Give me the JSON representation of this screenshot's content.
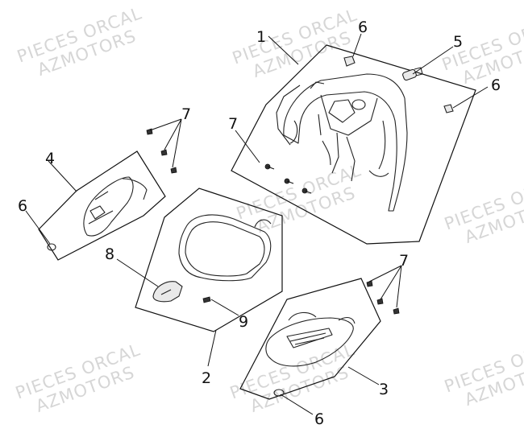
{
  "watermarks": [
    {
      "line1": "PIECES ORCAL",
      "line2": "AZMOTORS"
    },
    {
      "line1": "PIECES ORCAL",
      "line2": "AZMOTORS"
    },
    {
      "line1": "PIECES ORCAL",
      "line2": "AZMOTORS"
    },
    {
      "line1": "PIECES ORCAL",
      "line2": "AZMOTORS"
    },
    {
      "line1": "PIECES ORCAL",
      "line2": "AZMOTORS"
    },
    {
      "line1": "PIECES OR",
      "line2": "AZMOTO"
    },
    {
      "line1": "PIECES OR",
      "line2": "AZMOTO"
    },
    {
      "line1": "PIECES OR",
      "line2": "AZMOTO"
    }
  ],
  "callouts": {
    "c1": "1",
    "c6a": "6",
    "c5": "5",
    "c6b": "6",
    "c7a": "7",
    "c7b": "7",
    "c4": "4",
    "c6c": "6",
    "c8": "8",
    "c9": "9",
    "c2": "2",
    "c7c": "7",
    "c3": "3",
    "c6d": "6"
  }
}
